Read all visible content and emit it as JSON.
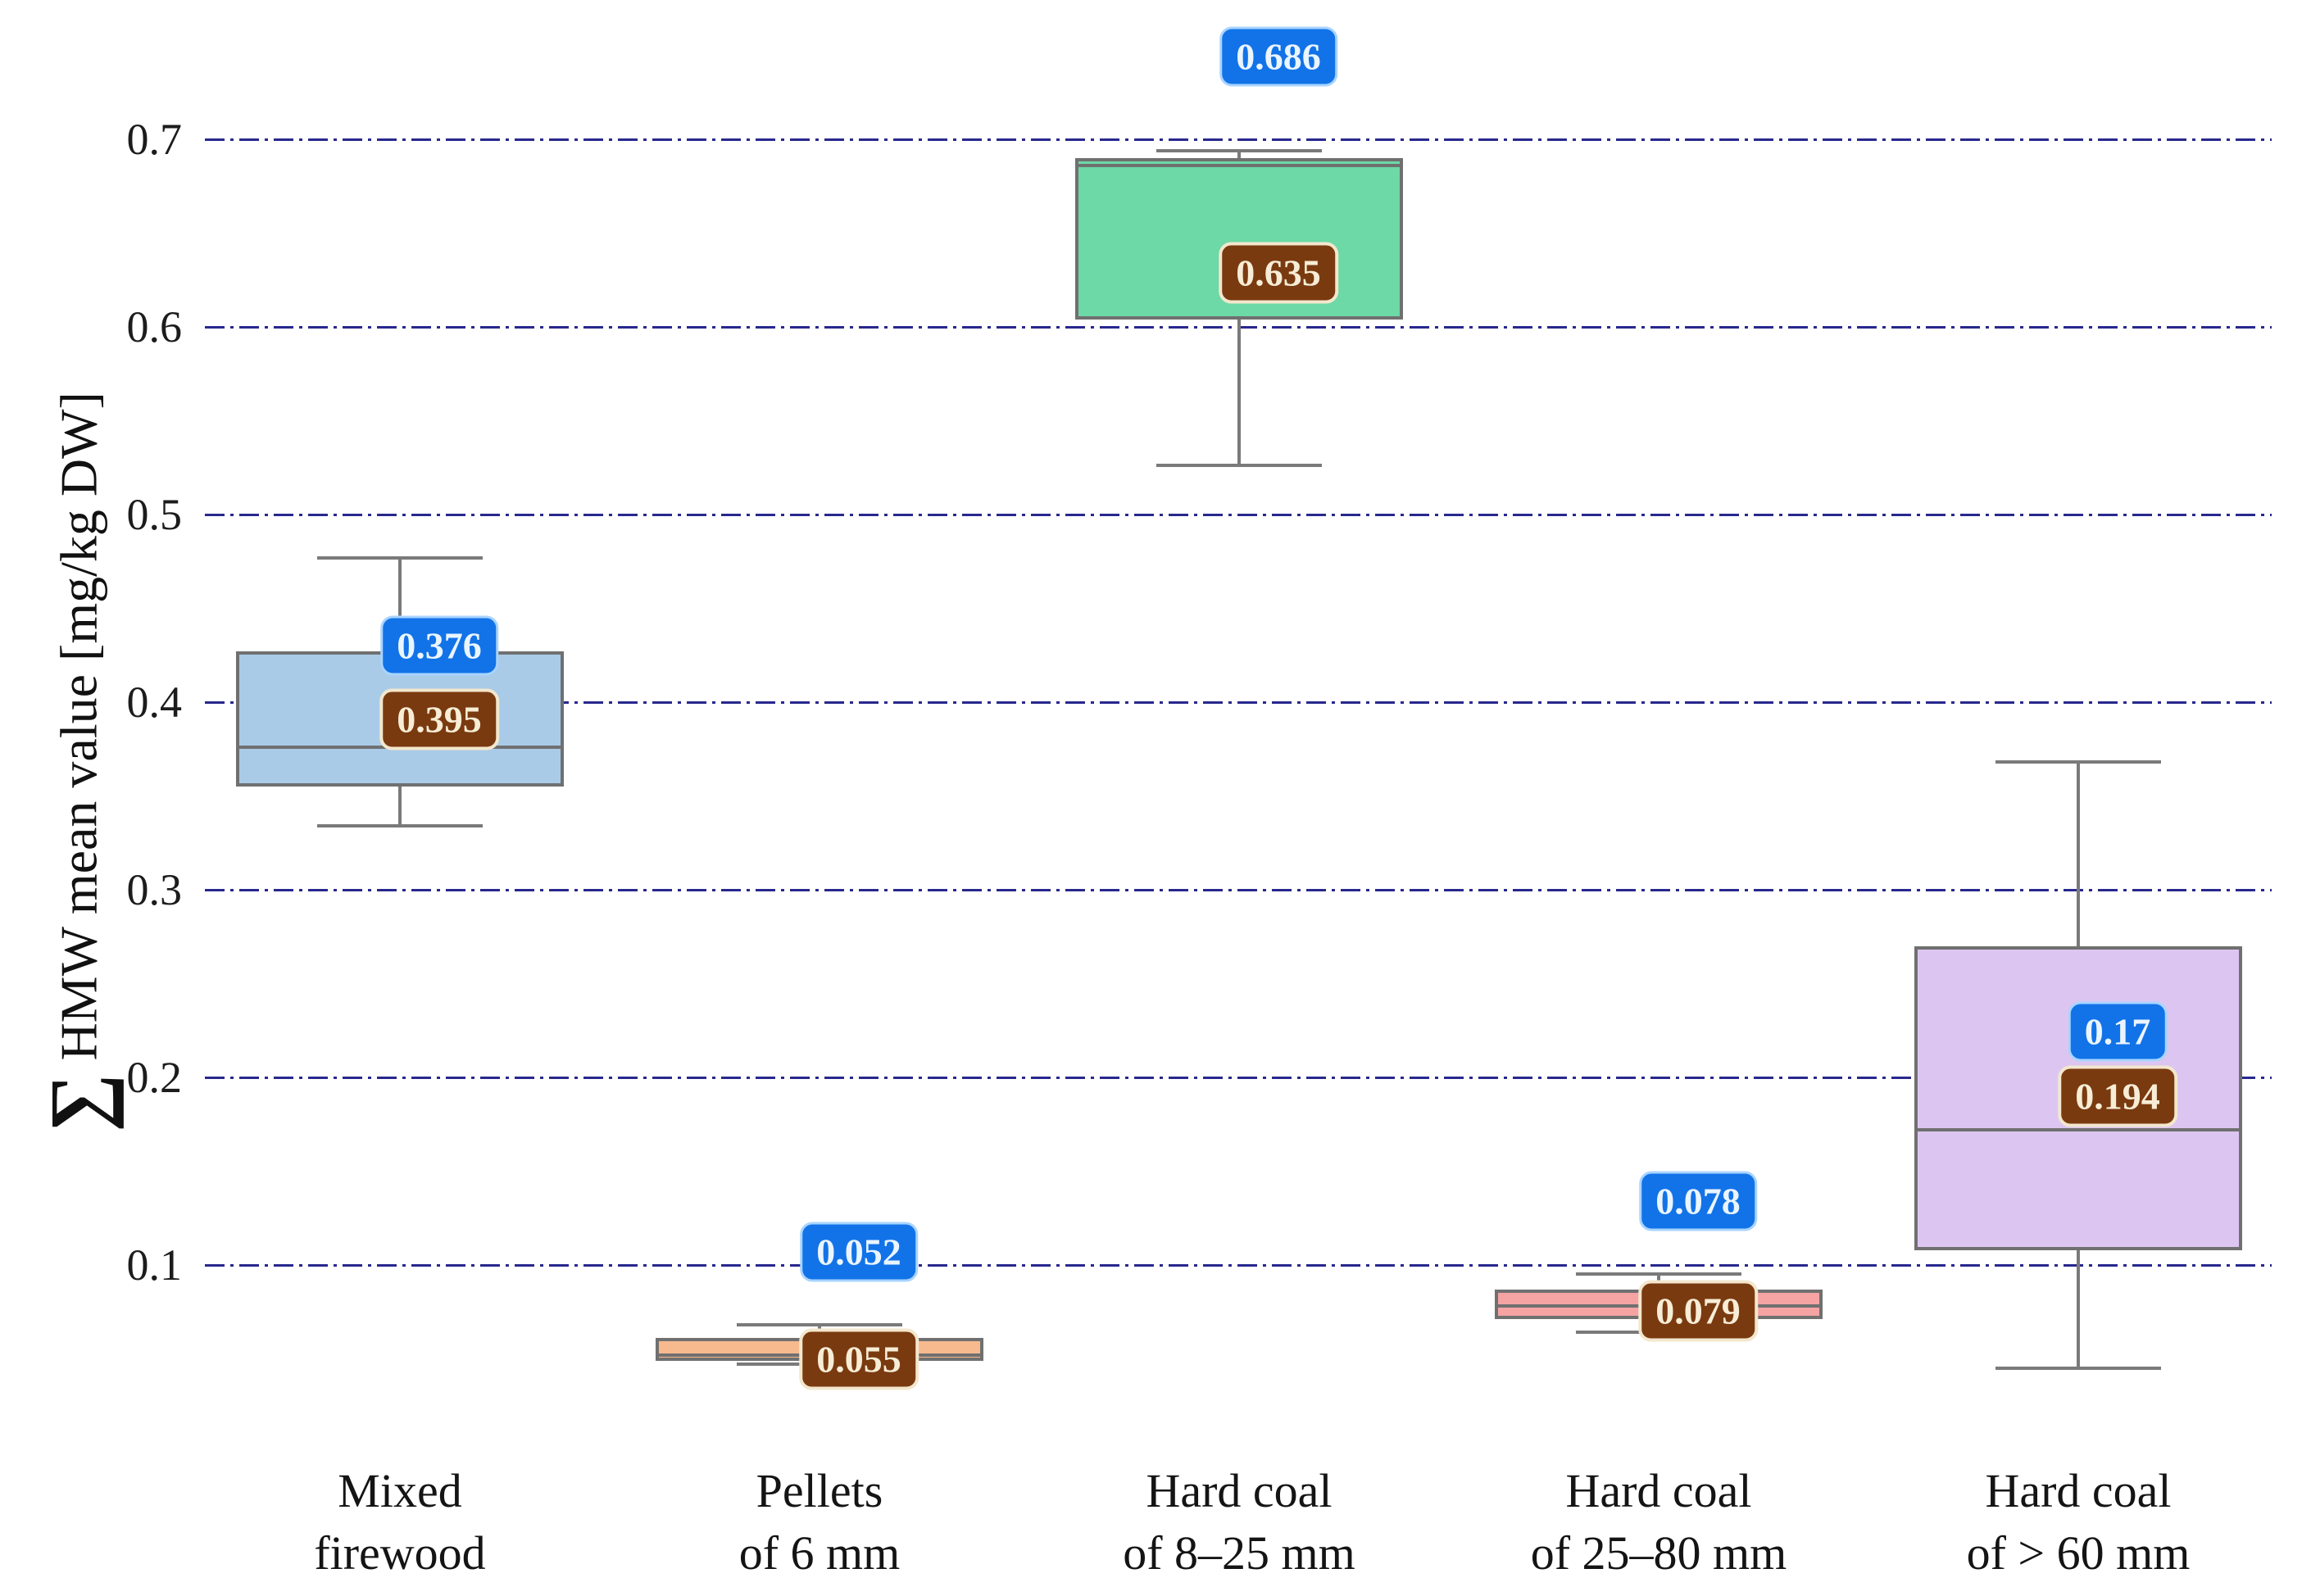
{
  "y_axis": {
    "sigma": "∑",
    "title_rest": " HMW mean value [mg/kg DW]"
  },
  "colors": {
    "gridline": "#28288e",
    "box_border": "#707070",
    "whisker": "#7a7a7a",
    "median_badge_bg": "#1273e8",
    "median_badge_text": "#eaf5ff",
    "mean_badge_bg": "#7a3a10",
    "mean_badge_text": "#f7edd6"
  },
  "chart_data": {
    "type": "boxplot",
    "title": "",
    "xlabel": "",
    "ylabel": "∑ HMW mean value [mg/kg DW]",
    "ylim": [
      0.0,
      0.75
    ],
    "grid": "horizontal, navy dash-dot",
    "legend": "none",
    "yticks": [
      {
        "label": "0.7",
        "value": 0.7
      },
      {
        "label": "0.6",
        "value": 0.6
      },
      {
        "label": "0.5",
        "value": 0.5
      },
      {
        "label": "0.4",
        "value": 0.4
      },
      {
        "label": "0.3",
        "value": 0.3
      },
      {
        "label": "0.2",
        "value": 0.2
      },
      {
        "label": "0.1",
        "value": 0.1
      }
    ],
    "boxes": [
      {
        "category": "Mixed firewood",
        "label_lines": [
          "Mixed",
          "firewood"
        ],
        "fill": "#a9cbe8",
        "whisker_low": 0.334,
        "q1": 0.355,
        "median": 0.376,
        "q3": 0.427,
        "whisker_high": 0.477,
        "mean": 0.395,
        "median_label": {
          "text": "0.376",
          "y": 0.43
        },
        "mean_label": {
          "text": "0.395",
          "y": 0.391
        }
      },
      {
        "category": "Pellets of 6 mm",
        "label_lines": [
          "Pellets",
          "of 6 mm"
        ],
        "fill": "#f7b98e",
        "whisker_low": 0.047,
        "q1": 0.049,
        "median": 0.052,
        "q3": 0.061,
        "whisker_high": 0.068,
        "mean": 0.055,
        "median_label": {
          "text": "0.052",
          "y": 0.107
        },
        "mean_label": {
          "text": "0.055",
          "y": 0.05
        }
      },
      {
        "category": "Hard coal of 8–25 mm",
        "label_lines": [
          "Hard coal",
          "of 8–25 mm"
        ],
        "fill": "#6cd9a6",
        "whisker_low": 0.526,
        "q1": 0.604,
        "median": 0.686,
        "q3": 0.69,
        "whisker_high": 0.694,
        "mean": 0.635,
        "median_label": {
          "text": "0.686",
          "y": 0.744
        },
        "mean_label": {
          "text": "0.635",
          "y": 0.629
        }
      },
      {
        "category": "Hard coal of 25–80 mm",
        "label_lines": [
          "Hard coal",
          "of 25–80 mm"
        ],
        "fill": "#f5a3a3",
        "whisker_low": 0.064,
        "q1": 0.071,
        "median": 0.078,
        "q3": 0.087,
        "whisker_high": 0.095,
        "mean": 0.079,
        "median_label": {
          "text": "0.078",
          "y": 0.134
        },
        "mean_label": {
          "text": "0.079",
          "y": 0.0755
        }
      },
      {
        "category": "Hard coal of > 60 mm",
        "label_lines": [
          "Hard coal",
          "of > 60 mm"
        ],
        "fill": "#dcc6f1",
        "whisker_low": 0.045,
        "q1": 0.108,
        "median": 0.172,
        "q3": 0.27,
        "whisker_high": 0.368,
        "mean": 0.194,
        "median_label": {
          "text": "0.17",
          "y": 0.2245
        },
        "mean_label": {
          "text": "0.194",
          "y": 0.19
        }
      }
    ]
  }
}
